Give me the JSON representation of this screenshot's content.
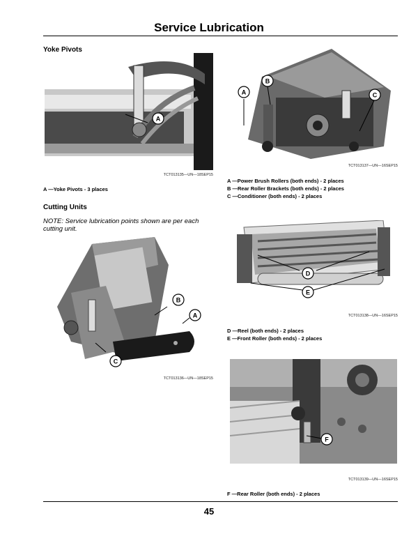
{
  "page_title": "Service Lubrication",
  "sections": {
    "yoke": {
      "heading": "Yoke Pivots",
      "figure_id": "TCT013135—UN—18SEP15",
      "caption": "A —Yoke Pivots - 3 places",
      "callouts": [
        "A"
      ]
    },
    "cutting": {
      "heading": "Cutting Units",
      "note": "NOTE: Service lubrication points shown are per each cutting unit.",
      "figure_id": "TCT013136—UN—18SEP15",
      "callouts": [
        "B",
        "A",
        "C"
      ]
    }
  },
  "right": {
    "fig1": {
      "figure_id": "TCT013137—UN—16SEP15",
      "callouts": [
        "A",
        "B",
        "C"
      ],
      "captions": [
        "A —Power Brush Rollers (both ends) - 2 places",
        "B —Rear Roller Brackets (both ends) - 2 places",
        "C —Conditioner (both ends) - 2 places"
      ]
    },
    "fig2": {
      "figure_id": "TCT013138—UN—16SEP15",
      "callouts": [
        "D",
        "E"
      ],
      "captions": [
        "D —Reel (both ends) - 2 places",
        "E —Front Roller (both ends) - 2 places"
      ]
    },
    "fig3": {
      "figure_id": "TCT013139—UN—16SEP15",
      "callouts": [
        "F"
      ],
      "captions": [
        "F —Rear Roller (both ends) - 2 places"
      ]
    }
  },
  "page_number": "45"
}
